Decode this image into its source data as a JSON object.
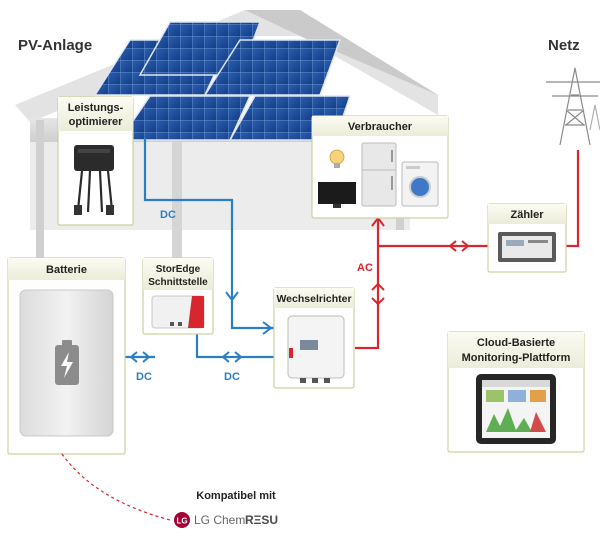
{
  "labels": {
    "pv": "PV-Anlage",
    "netz": "Netz",
    "optimizer_line1": "Leistungs-",
    "optimizer_line2": "optimierer",
    "verbraucher": "Verbraucher",
    "zaehler": "Zähler",
    "batterie": "Batterie",
    "storedge_line1": "StorEdge",
    "storedge_line2": "Schnittstelle",
    "wechselrichter": "Wechselrichter",
    "cloud_line1": "Cloud-Basierte",
    "cloud_line2": "Monitoring-Plattform",
    "dc_solar": "DC",
    "dc_battery": "DC",
    "dc_inverter": "DC",
    "ac": "AC",
    "kompatibel": "Kompatibel mit",
    "brand_lg": "LG Chem",
    "brand_resu": "RΞSU"
  },
  "colors": {
    "dc_line": "#2a7fc4",
    "ac_line": "#d7262d",
    "house": "#d9d9d9",
    "card_border": "#cfcfa0",
    "label_band": "#f2f2e4"
  }
}
